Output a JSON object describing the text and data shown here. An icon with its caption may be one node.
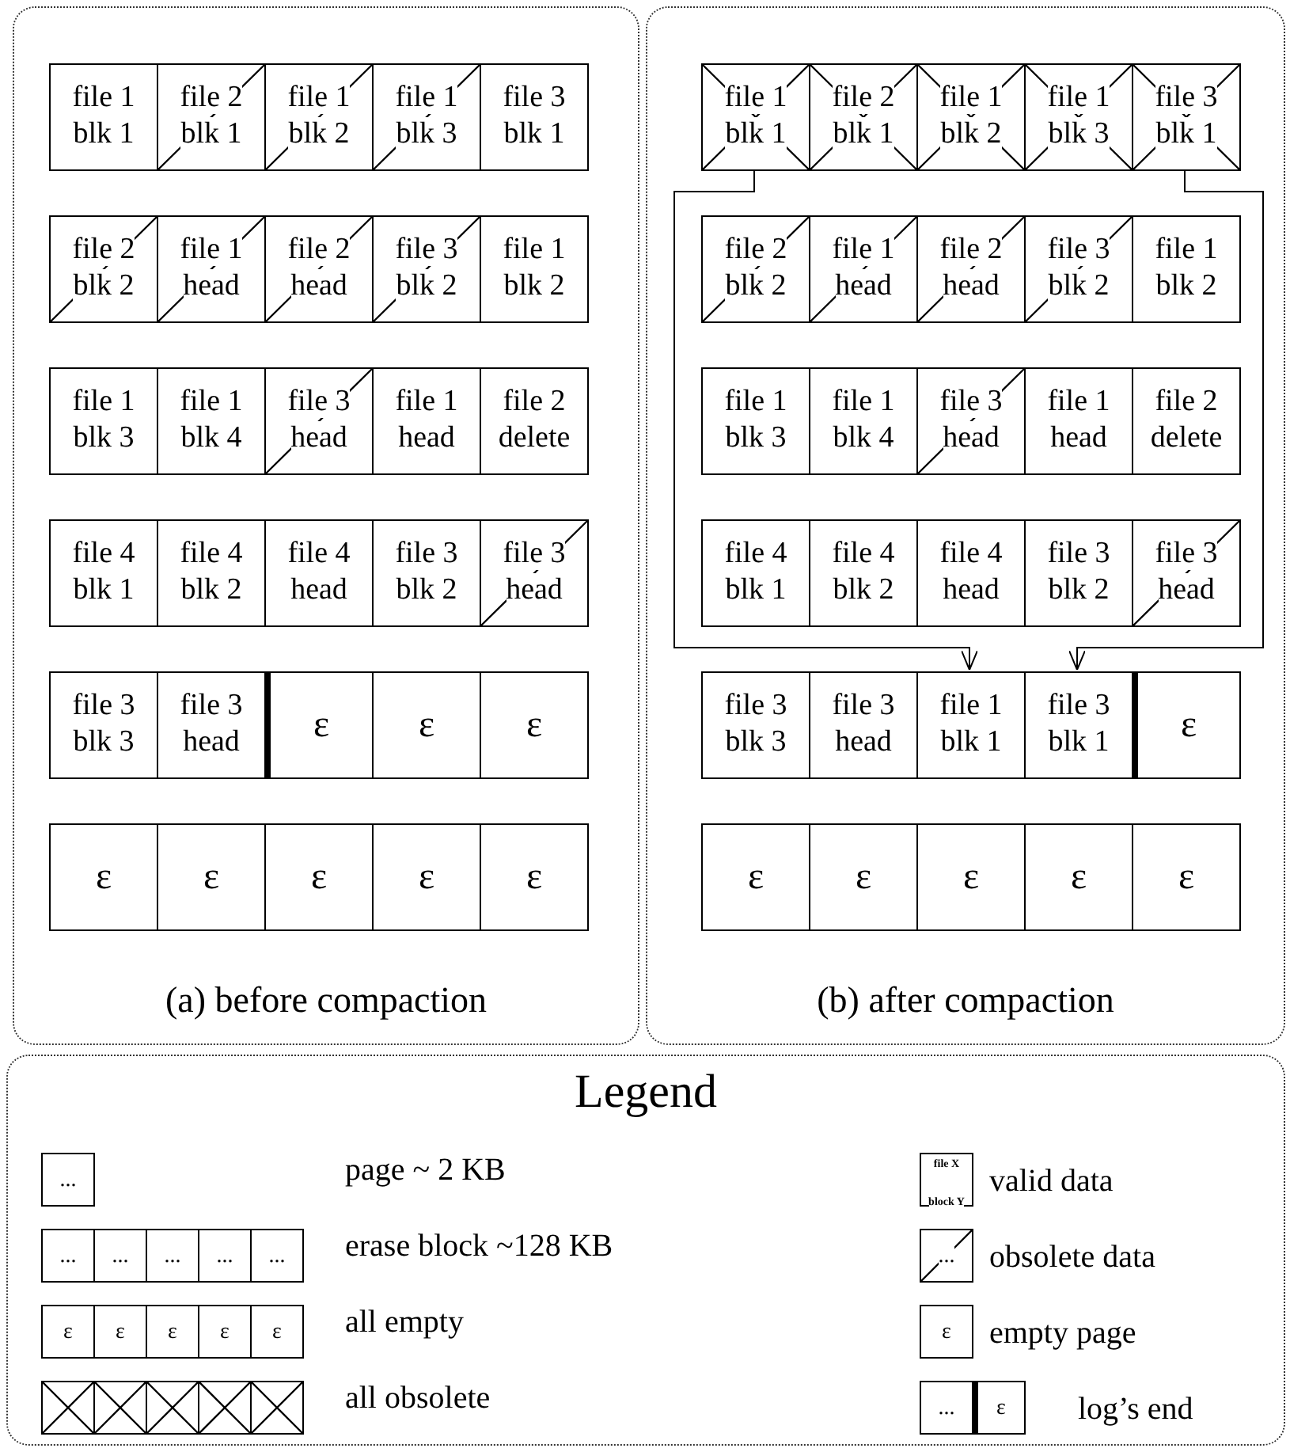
{
  "diagram": {
    "nodes": [
      {
        "text": [
          "(a) before compaction"
        ]
      },
      {
        "text": [
          "file 1 blk 1"
        ],
        "in": 0
      },
      {
        "text": [
          "file 2 blk 1"
        ],
        "in": 0
      },
      {
        "text": [
          "file 1 blk 2"
        ],
        "in": 0
      },
      {
        "text": [
          "file 1 blk 3"
        ],
        "in": 0
      },
      {
        "text": [
          "file 3 blk 1"
        ],
        "in": 0
      },
      {
        "text": [
          "file 2 blk 2"
        ],
        "in": 0
      },
      {
        "text": [
          "file 1 head"
        ],
        "in": 0
      },
      {
        "text": [
          "file 2 head"
        ],
        "in": 0
      },
      {
        "text": [
          "file 3 blk 2"
        ],
        "in": 0
      },
      {
        "text": [
          "file 1 blk 2"
        ],
        "in": 0
      },
      {
        "text": [
          "file 1 blk 3"
        ],
        "in": 0
      },
      {
        "text": [
          "file 1 blk 4"
        ],
        "in": 0
      },
      {
        "text": [
          "file 3 head"
        ],
        "in": 0
      },
      {
        "text": [
          "file 1 head"
        ],
        "in": 0
      },
      {
        "text": [
          "file 2 delete"
        ],
        "in": 0
      },
      {
        "text": [
          "file 4 blk 1"
        ],
        "in": 0
      },
      {
        "text": [
          "file 4 blk 2"
        ],
        "in": 0
      },
      {
        "text": [
          "file 4 head"
        ],
        "in": 0
      },
      {
        "text": [
          "file 3 blk 2"
        ],
        "in": 0
      },
      {
        "text": [
          "file 3 head"
        ],
        "in": 0
      },
      {
        "text": [
          "file 3 blk 3"
        ],
        "in": 0
      },
      {
        "text": [
          "file 3 head"
        ],
        "in": 0
      },
      {
        "text": [
          "ε"
        ],
        "in": 0
      },
      {
        "text": [
          "ε"
        ],
        "in": 0
      },
      {
        "text": [
          "ε"
        ],
        "in": 0
      },
      {
        "text": [
          "ε"
        ],
        "in": 0
      },
      {
        "text": [
          "ε"
        ],
        "in": 0
      },
      {
        "text": [
          "ε"
        ],
        "in": 0
      },
      {
        "text": [
          "ε"
        ],
        "in": 0
      },
      {
        "text": [
          "ε"
        ],
        "in": 0
      },
      {
        "text": [
          "(b) after compaction"
        ]
      },
      {
        "text": [
          "file 1 blk 1"
        ],
        "in": 31
      },
      {
        "text": [
          "file 2 blk 1"
        ],
        "in": 31
      },
      {
        "text": [
          "file 1 blk 2"
        ],
        "in": 31
      },
      {
        "text": [
          "file 1 blk 3"
        ],
        "in": 31
      },
      {
        "text": [
          "file 3 blk 1"
        ],
        "in": 31
      },
      {
        "text": [
          "file 2 blk 2"
        ],
        "in": 31
      },
      {
        "text": [
          "file 1 head"
        ],
        "in": 31
      },
      {
        "text": [
          "file 2 head"
        ],
        "in": 31
      },
      {
        "text": [
          "file 3 blk 2"
        ],
        "in": 31
      },
      {
        "text": [
          "file 1 blk 2"
        ],
        "in": 31
      },
      {
        "text": [
          "file 1 blk 3"
        ],
        "in": 31
      },
      {
        "text": [
          "file 1 blk 4"
        ],
        "in": 31
      },
      {
        "text": [
          "file 3 head"
        ],
        "in": 31
      },
      {
        "text": [
          "file 1 head"
        ],
        "in": 31
      },
      {
        "text": [
          "file 2 delete"
        ],
        "in": 31
      },
      {
        "text": [
          "file 4 blk 1"
        ],
        "in": 31
      },
      {
        "text": [
          "file 4 blk 2"
        ],
        "in": 31
      },
      {
        "text": [
          "file 4 head"
        ],
        "in": 31
      },
      {
        "text": [
          "file 3 blk 2"
        ],
        "in": 31
      },
      {
        "text": [
          "file 3 head"
        ],
        "in": 31
      },
      {
        "text": [
          "file 3 blk 3"
        ],
        "in": 31
      },
      {
        "text": [
          "file 3 head"
        ],
        "in": 31
      },
      {
        "text": [
          "file 1 blk 1"
        ],
        "in": 31
      },
      {
        "text": [
          "file 3 blk 1"
        ],
        "in": 31
      },
      {
        "text": [
          "ε"
        ],
        "in": 31
      },
      {
        "text": [
          "ε"
        ],
        "in": 31
      },
      {
        "text": [
          "ε"
        ],
        "in": 31
      },
      {
        "text": [
          "ε"
        ],
        "in": 31
      },
      {
        "text": [
          "ε"
        ],
        "in": 31
      },
      {
        "text": [
          "ε"
        ],
        "in": 31
      }
    ],
    "edges": [
      {
        "from": 32,
        "to": 54,
        "arrow": "to"
      },
      {
        "from": 36,
        "to": 55,
        "arrow": "to"
      }
    ],
    "labels": [
      "Legend",
      "...",
      "file X block Y",
      "...",
      "...",
      "...",
      "...",
      "...",
      "...",
      "ε",
      "ε",
      "ε",
      "ε",
      "ε",
      "ε",
      "...",
      "ε"
    ],
    "legend": [
      {
        "text": "page ~ 2 KB"
      },
      {
        "text": "valid data"
      },
      {
        "text": "erase block ~128 KB"
      },
      {
        "text": "obsolete data"
      },
      {
        "text": "all empty"
      },
      {
        "text": "empty page"
      },
      {
        "text": "all obsolete"
      },
      {
        "text": "log’s end"
      }
    ]
  }
}
